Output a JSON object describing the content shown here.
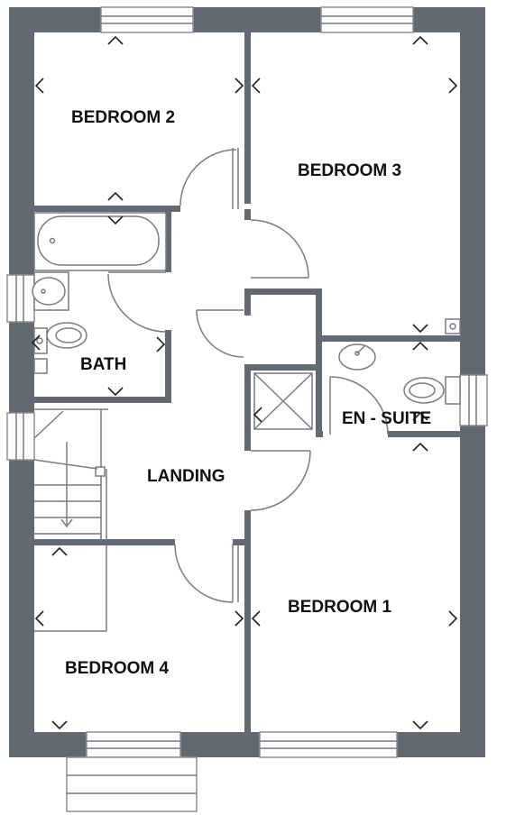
{
  "rooms": {
    "bedroom_2": "BEDROOM 2",
    "bedroom_3": "BEDROOM 3",
    "bath": "BATH",
    "en_suite": "EN - SUITE",
    "landing": "LANDING",
    "bedroom_1": "BEDROOM 1",
    "bedroom_4": "BEDROOM 4"
  },
  "colors": {
    "wall": "#636973",
    "fixture": "#777c84",
    "marker": "#222222",
    "background": "#ffffff"
  }
}
